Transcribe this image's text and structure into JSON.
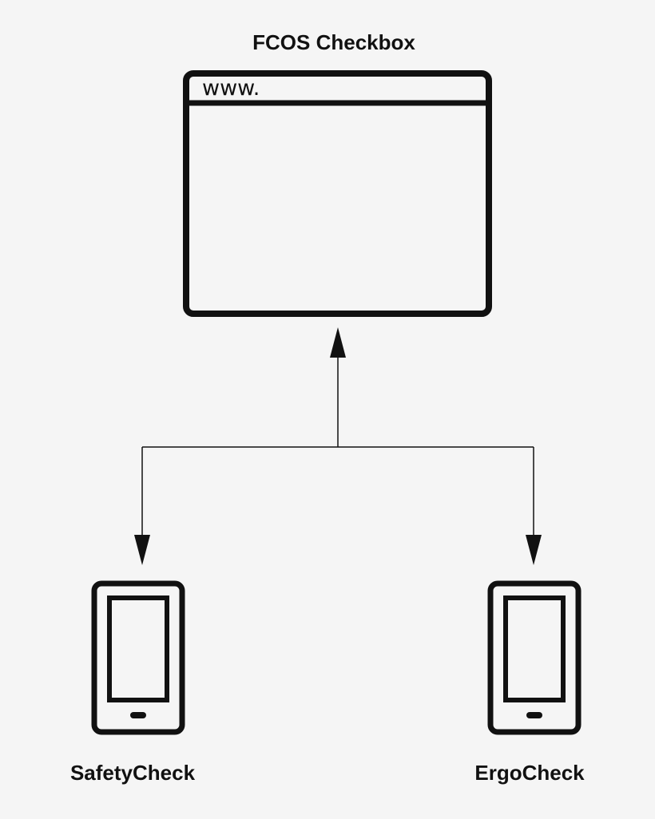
{
  "diagram": {
    "title": "FCOS Checkbox",
    "browser": {
      "url_text": "www.",
      "icon": "browser-window-icon"
    },
    "devices": [
      {
        "label": "SafetyCheck",
        "icon": "smartphone-icon"
      },
      {
        "label": "ErgoCheck",
        "icon": "smartphone-icon"
      }
    ],
    "colors": {
      "background": "#f5f5f5",
      "stroke": "#111111"
    }
  }
}
